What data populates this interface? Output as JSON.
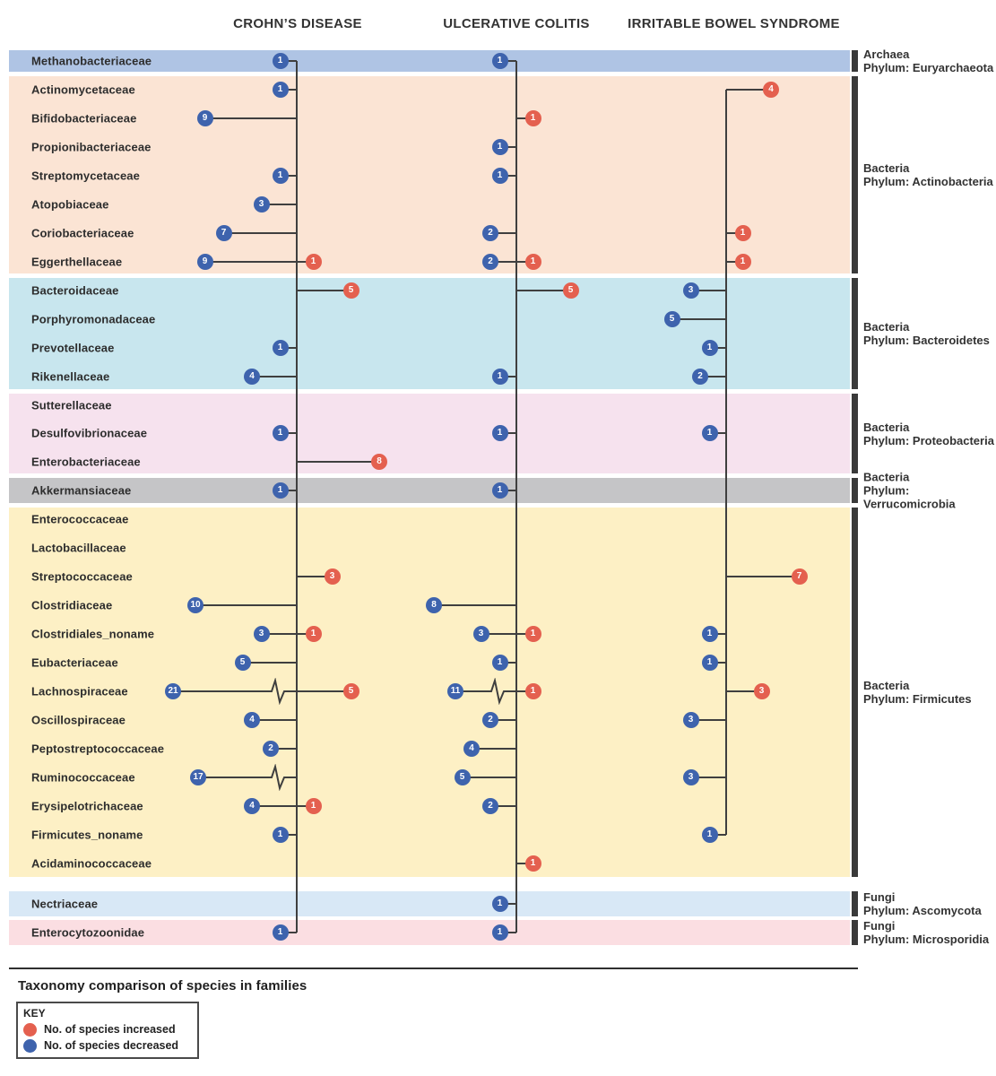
{
  "chart_data": {
    "type": "grouped-dot-comparison",
    "caption": "Taxonomy comparison of species in families",
    "columns": [
      {
        "id": "cd",
        "label": "CROHN’S DISEASE"
      },
      {
        "id": "uc",
        "label": "ULCERATIVE COLITIS"
      },
      {
        "id": "ibs",
        "label": "IRRITABLE BOWEL SYNDROME"
      }
    ],
    "colors": {
      "increased": "#e4604f",
      "decreased": "#3e63ad",
      "line": "#3f3f3f",
      "bar": "#3a3a3a"
    },
    "key": {
      "title": "KEY",
      "entries": [
        {
          "meaning": "increased",
          "color": "#e4604f",
          "label": "No. of species increased"
        },
        {
          "meaning": "decreased",
          "color": "#3e63ad",
          "label": "No. of species decreased"
        }
      ]
    },
    "groups": [
      {
        "kingdom": "Archaea",
        "phylum": "Phylum: Euryarchaeota",
        "band_color": "#afc4e4",
        "families": [
          {
            "name": "Methanobacteriaceae",
            "values": {
              "cd": {
                "decreased": 1
              },
              "uc": {
                "decreased": 1
              }
            }
          }
        ]
      },
      {
        "kingdom": "Bacteria",
        "phylum": "Phylum: Actinobacteria",
        "band_color": "#fbe4d4",
        "families": [
          {
            "name": "Actinomycetaceae",
            "values": {
              "cd": {
                "decreased": 1
              },
              "ibs": {
                "increased": 4
              }
            }
          },
          {
            "name": "Bifidobacteriaceae",
            "values": {
              "cd": {
                "decreased": 9
              },
              "uc": {
                "increased": 1
              }
            }
          },
          {
            "name": "Propionibacteriaceae",
            "values": {
              "uc": {
                "decreased": 1
              }
            }
          },
          {
            "name": "Streptomycetaceae",
            "values": {
              "cd": {
                "decreased": 1
              },
              "uc": {
                "decreased": 1
              }
            }
          },
          {
            "name": "Atopobiaceae",
            "values": {
              "cd": {
                "decreased": 3
              }
            }
          },
          {
            "name": "Coriobacteriaceae",
            "values": {
              "cd": {
                "decreased": 7
              },
              "uc": {
                "decreased": 2
              },
              "ibs": {
                "increased": 1
              }
            }
          },
          {
            "name": "Eggerthellaceae",
            "values": {
              "cd": {
                "decreased": 9,
                "increased": 1
              },
              "uc": {
                "decreased": 2,
                "increased": 1
              },
              "ibs": {
                "increased": 1
              }
            }
          }
        ]
      },
      {
        "kingdom": "Bacteria",
        "phylum": "Phylum: Bacteroidetes",
        "band_color": "#c8e6ee",
        "families": [
          {
            "name": "Bacteroidaceae",
            "values": {
              "cd": {
                "increased": 5
              },
              "uc": {
                "increased": 5
              },
              "ibs": {
                "decreased": 3
              }
            }
          },
          {
            "name": "Porphyromonadaceae",
            "values": {
              "ibs": {
                "decreased": 5
              }
            }
          },
          {
            "name": "Prevotellaceae",
            "values": {
              "cd": {
                "decreased": 1
              },
              "ibs": {
                "decreased": 1
              }
            }
          },
          {
            "name": "Rikenellaceae",
            "values": {
              "cd": {
                "decreased": 4
              },
              "uc": {
                "decreased": 1
              },
              "ibs": {
                "decreased": 2
              }
            }
          }
        ]
      },
      {
        "kingdom": "Bacteria",
        "phylum": "Phylum: Proteobacteria",
        "band_color": "#f6e2ee",
        "families": [
          {
            "name": "Sutterellaceae",
            "values": {}
          },
          {
            "name": "Desulfovibrionaceae",
            "values": {
              "cd": {
                "decreased": 1
              },
              "uc": {
                "decreased": 1
              },
              "ibs": {
                "decreased": 1
              }
            }
          },
          {
            "name": "Enterobacteriaceae",
            "values": {
              "cd": {
                "increased": 8
              }
            }
          }
        ]
      },
      {
        "kingdom": "Bacteria",
        "phylum": "Phylum: Verrucomicrobia",
        "band_color": "#c5c5c7",
        "families": [
          {
            "name": "Akkermansiaceae",
            "values": {
              "cd": {
                "decreased": 1
              },
              "uc": {
                "decreased": 1
              }
            }
          }
        ]
      },
      {
        "kingdom": "Bacteria",
        "phylum": "Phylum: Firmicutes",
        "band_color": "#fdf0c5",
        "families": [
          {
            "name": "Enterococcaceae",
            "values": {}
          },
          {
            "name": "Lactobacillaceae",
            "values": {}
          },
          {
            "name": "Streptococcaceae",
            "values": {
              "cd": {
                "increased": 3
              },
              "ibs": {
                "increased": 7
              }
            }
          },
          {
            "name": "Clostridiaceae",
            "values": {
              "cd": {
                "decreased": 10
              },
              "uc": {
                "decreased": 8
              }
            }
          },
          {
            "name": "Clostridiales_noname",
            "values": {
              "cd": {
                "decreased": 3,
                "increased": 1
              },
              "uc": {
                "decreased": 3,
                "increased": 1
              },
              "ibs": {
                "decreased": 1
              }
            }
          },
          {
            "name": "Eubacteriaceae",
            "values": {
              "cd": {
                "decreased": 5
              },
              "uc": {
                "decreased": 1
              },
              "ibs": {
                "decreased": 1
              }
            }
          },
          {
            "name": "Lachnospiraceae",
            "values": {
              "cd": {
                "decreased": 21,
                "increased": 5
              },
              "uc": {
                "decreased": 11,
                "increased": 1
              },
              "ibs": {
                "increased": 3
              }
            }
          },
          {
            "name": "Oscillospiraceae",
            "values": {
              "cd": {
                "decreased": 4
              },
              "uc": {
                "decreased": 2
              },
              "ibs": {
                "decreased": 3
              }
            }
          },
          {
            "name": "Peptostreptococcaceae",
            "values": {
              "cd": {
                "decreased": 2
              },
              "uc": {
                "decreased": 4
              }
            }
          },
          {
            "name": "Ruminococcaceae",
            "values": {
              "cd": {
                "decreased": 17
              },
              "uc": {
                "decreased": 5
              },
              "ibs": {
                "decreased": 3
              }
            }
          },
          {
            "name": "Erysipelotrichaceae",
            "values": {
              "cd": {
                "decreased": 4,
                "increased": 1
              },
              "uc": {
                "decreased": 2
              }
            }
          },
          {
            "name": "Firmicutes_noname",
            "values": {
              "cd": {
                "decreased": 1
              },
              "ibs": {
                "decreased": 1
              }
            }
          },
          {
            "name": "Acidaminococcaceae",
            "values": {
              "uc": {
                "increased": 1
              }
            }
          }
        ]
      },
      {
        "kingdom": "Fungi",
        "phylum": "Phylum: Ascomycota",
        "band_color": "#d8e8f6",
        "families": [
          {
            "name": "Nectriaceae",
            "values": {
              "uc": {
                "decreased": 1
              }
            }
          }
        ]
      },
      {
        "kingdom": "Fungi",
        "phylum": "Phylum: Microsporidia",
        "band_color": "#fbdee2",
        "families": [
          {
            "name": "Enterocytozoonidae",
            "values": {
              "cd": {
                "decreased": 1
              },
              "uc": {
                "decreased": 1
              }
            }
          }
        ]
      }
    ]
  }
}
